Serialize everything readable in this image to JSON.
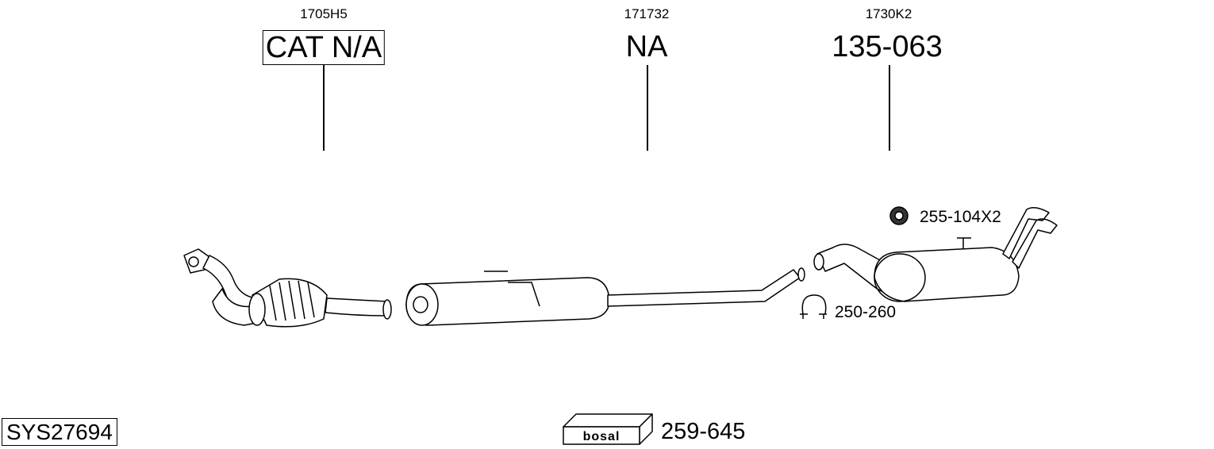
{
  "parts": [
    {
      "code": "1705H5",
      "number": "CAT N/A",
      "boxed": true
    },
    {
      "code": "171732",
      "number": "NA",
      "boxed": false
    },
    {
      "code": "1730K2",
      "number": "135-063",
      "boxed": false
    }
  ],
  "accessories": [
    {
      "icon": "rubber-mount-icon",
      "label": "255-104X2"
    },
    {
      "icon": "clamp-icon",
      "label": "250-260"
    }
  ],
  "system_id": "SYS27694",
  "mounting_kit": {
    "brand": "bosal",
    "number": "259-645"
  }
}
